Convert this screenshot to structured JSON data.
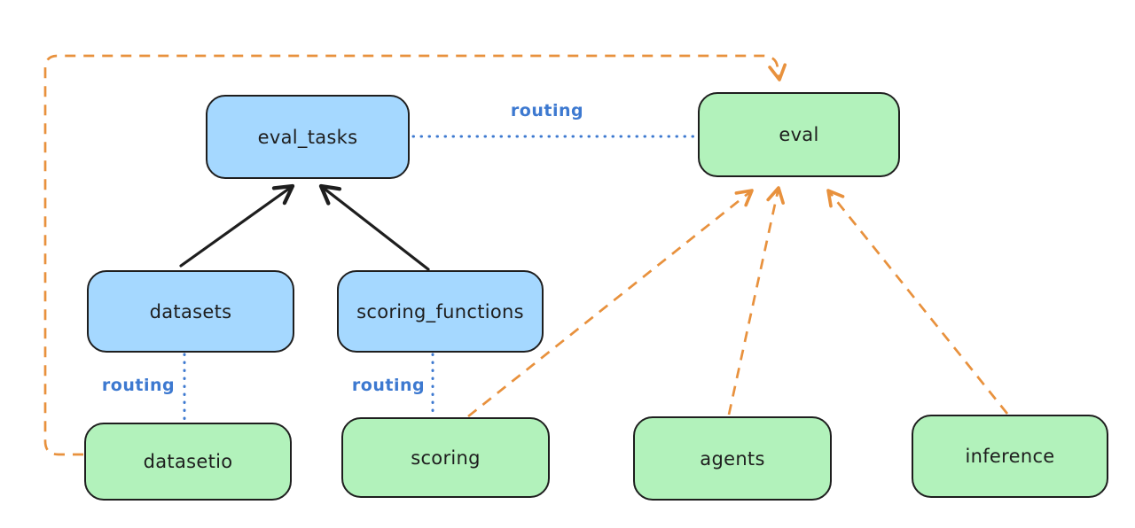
{
  "colors": {
    "background": "#ffffff",
    "node_stroke": "#1e1e1e",
    "text_color": "#1e1e1e",
    "blue_node_fill": "#a5d8ff",
    "green_node_fill": "#b2f2bb",
    "orange_dashed": "#e8913d",
    "blue_dotted": "#3d79d0"
  },
  "nodes": [
    {
      "id": "eval_tasks",
      "label": "eval_tasks",
      "color": "blue"
    },
    {
      "id": "eval",
      "label": "eval",
      "color": "green"
    },
    {
      "id": "datasets",
      "label": "datasets",
      "color": "blue"
    },
    {
      "id": "scoring_functions",
      "label": "scoring_functions",
      "color": "blue"
    },
    {
      "id": "datasetio",
      "label": "datasetio",
      "color": "green"
    },
    {
      "id": "scoring",
      "label": "scoring",
      "color": "green"
    },
    {
      "id": "agents",
      "label": "agents",
      "color": "green"
    },
    {
      "id": "inference",
      "label": "inference",
      "color": "green"
    }
  ],
  "edges": [
    {
      "from": "datasets",
      "to": "eval_tasks",
      "style": "solid-arrow",
      "color": "black"
    },
    {
      "from": "scoring_functions",
      "to": "eval_tasks",
      "style": "solid-arrow",
      "color": "black"
    },
    {
      "from": "eval_tasks",
      "to": "eval",
      "style": "dotted-line",
      "color": "blue",
      "label": "routing"
    },
    {
      "from": "datasets",
      "to": "datasetio",
      "style": "dotted-line",
      "color": "blue",
      "label": "routing"
    },
    {
      "from": "scoring_functions",
      "to": "scoring",
      "style": "dotted-line",
      "color": "blue",
      "label": "routing"
    },
    {
      "from": "datasetio",
      "to": "eval",
      "style": "dashed-arrow",
      "color": "orange"
    },
    {
      "from": "scoring",
      "to": "eval",
      "style": "dashed-arrow",
      "color": "orange"
    },
    {
      "from": "agents",
      "to": "eval",
      "style": "dashed-arrow",
      "color": "orange"
    },
    {
      "from": "inference",
      "to": "eval",
      "style": "dashed-arrow",
      "color": "orange"
    }
  ]
}
